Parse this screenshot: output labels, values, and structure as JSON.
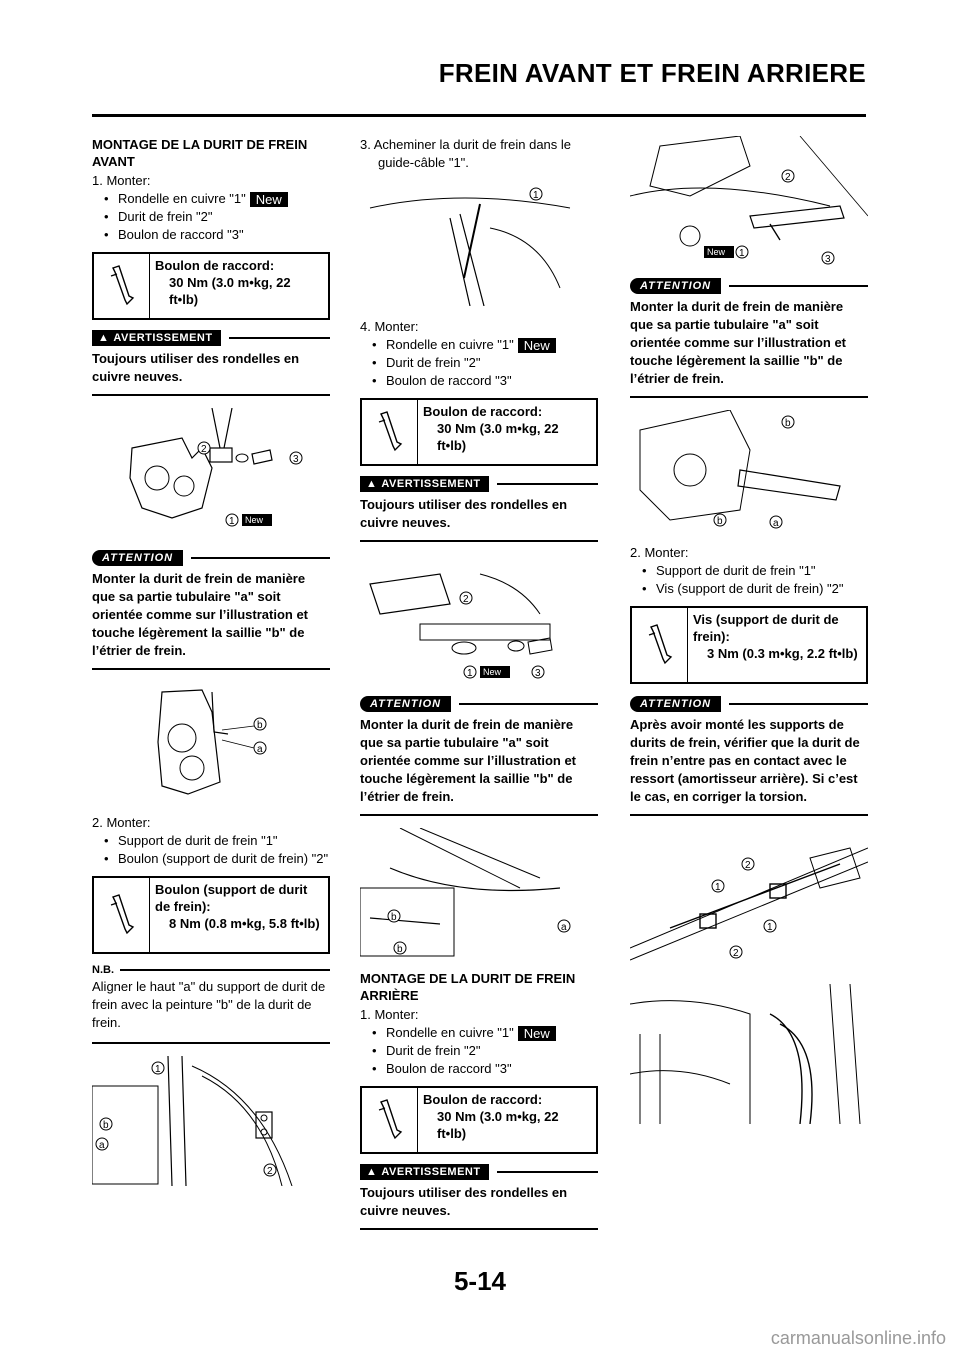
{
  "header": {
    "title": "FREIN AVANT ET FREIN ARRIERE"
  },
  "page_number": "5-14",
  "watermark": "carmanualsonline.info",
  "labels": {
    "new": "New",
    "warning": "AVERTISSEMENT",
    "attention": "ATTENTION",
    "nb": "N.B."
  },
  "callouts": {
    "n1": "1",
    "n2": "2",
    "n3": "3",
    "a": "a",
    "b": "b"
  },
  "col1": {
    "section_title": "MONTAGE DE LA DURIT DE FREIN AVANT",
    "step1": "1. Monter:",
    "step1_items": [
      "Rondelle en cuivre \"1\"",
      "Durit de frein \"2\"",
      "Boulon de raccord \"3\""
    ],
    "torque1": {
      "name": "Boulon de raccord:",
      "value": "30 Nm (3.0 m•kg, 22 ft•lb)"
    },
    "warning1": "Toujours utiliser des rondelles en cuivre neuves.",
    "attention1": "Monter la durit de frein de manière que sa partie tubulaire \"a\" soit orientée comme sur l’illustration et touche légèrement la saillie \"b\" de l’étrier de frein.",
    "step2": "2. Monter:",
    "step2_items": [
      "Support de durit de frein \"1\"",
      "Boulon (support de durit de frein) \"2\""
    ],
    "torque2": {
      "name": "Boulon (support de durit de frein):",
      "value": "8 Nm (0.8 m•kg, 5.8 ft•lb)"
    },
    "nb_text": "Aligner le haut \"a\" du support de durit de frein avec la peinture \"b\" de la durit de frein."
  },
  "col2": {
    "step3": "3. Acheminer la durit de frein dans le guide-câble \"1\".",
    "step4": "4. Monter:",
    "step4_items": [
      "Rondelle en cuivre \"1\"",
      "Durit de frein \"2\"",
      "Boulon de raccord \"3\""
    ],
    "torque3": {
      "name": "Boulon de raccord:",
      "value": "30 Nm (3.0 m•kg, 22 ft•lb)"
    },
    "warning2": "Toujours utiliser des rondelles en cuivre neuves.",
    "attention2": "Monter la durit de frein de manière que sa partie tubulaire \"a\" soit orientée comme sur l’illustration et touche légèrement la saillie \"b\" de l’étrier de frein.",
    "section_title2": "MONTAGE DE LA DURIT DE FREIN ARRIÈRE",
    "step1b": "1. Monter:",
    "step1b_items": [
      "Rondelle en cuivre \"1\"",
      "Durit de frein \"2\"",
      "Boulon de raccord \"3\""
    ],
    "torque4": {
      "name": "Boulon de raccord:",
      "value": "30 Nm (3.0 m•kg, 22 ft•lb)"
    },
    "warning3": "Toujours utiliser des rondelles en cuivre neuves."
  },
  "col3": {
    "attention3": "Monter la durit de frein de manière que sa partie tubulaire \"a\" soit orientée comme sur l’illustration et touche légèrement la saillie \"b\" de l’étrier de frein.",
    "step2b": "2. Monter:",
    "step2b_items": [
      "Support de durit de frein \"1\"",
      "Vis (support de durit de frein) \"2\""
    ],
    "torque5": {
      "name": "Vis (support de durit de frein):",
      "value": "3 Nm (0.3 m•kg, 2.2 ft•lb)"
    },
    "attention4": "Après avoir monté les supports de durits de frein, vérifier que la durit de frein n’entre pas en contact avec le ressort (amortisseur arrière). Si c’est le cas, en corriger la torsion."
  }
}
